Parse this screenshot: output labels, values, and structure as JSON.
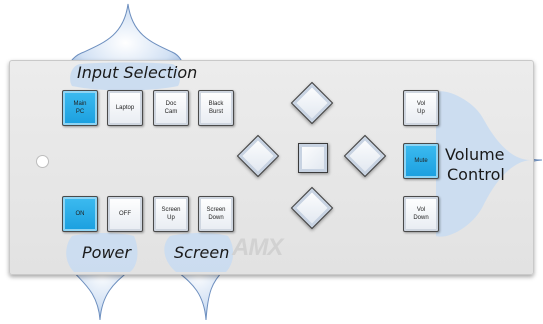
{
  "labels": {
    "input_selection": "Input Selection",
    "power": "Power",
    "screen": "Screen",
    "volume_line1": "Volume",
    "volume_line2": "Control"
  },
  "buttons": {
    "main_pc": "Main\nPC",
    "laptop": "Laptop",
    "doc_cam": "Doc\nCam",
    "black_burst": "Black\nBurst",
    "on": "ON",
    "off": "OFF",
    "screen_up": "Screen\nUp",
    "screen_down": "Screen\nDown",
    "vol_up": "Vol\nUp",
    "mute": "Mute",
    "vol_down": "Vol\nDown"
  },
  "brand": "AMX",
  "colors": {
    "active_button": "#1a9fdf",
    "callout_fill": "#a9c6e8",
    "panel": "#e6e6e6"
  },
  "state": {
    "active_input": "Main PC",
    "power_on": true,
    "mute_on": true
  }
}
